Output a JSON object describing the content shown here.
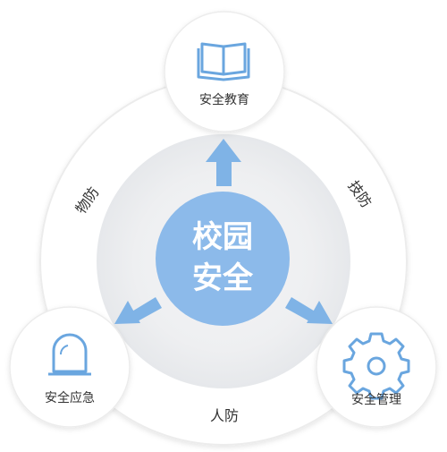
{
  "center": {
    "line1": "校园",
    "line2": "安全"
  },
  "nodes": [
    {
      "label": "安全教育",
      "icon": "open-book-icon"
    },
    {
      "label": "安全应急",
      "icon": "alarm-light-icon"
    },
    {
      "label": "安全管理",
      "icon": "gear-icon"
    }
  ],
  "ring_labels": {
    "left": "物防",
    "right": "技防",
    "bottom": "人防"
  },
  "colors": {
    "accent": "#7fb3e6",
    "center_fill": "#8cbaea",
    "icon_stroke": "#6aa6df",
    "text": "#333333"
  }
}
